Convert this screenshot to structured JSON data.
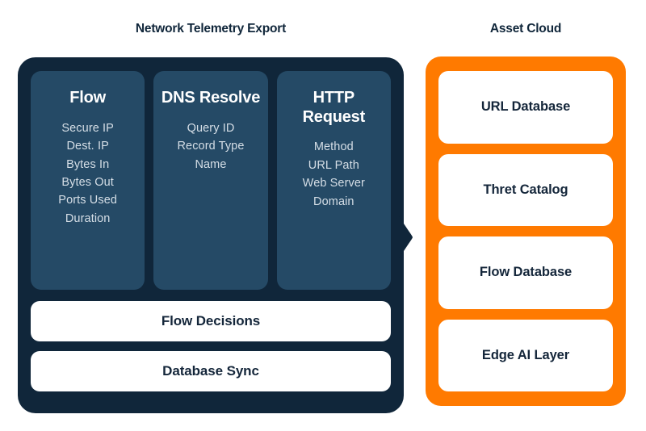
{
  "page": {
    "background_color": "#FFFFFF"
  },
  "colors": {
    "dark_panel": "#10263A",
    "column_card": "#254A66",
    "orange_panel": "#FF7A00",
    "card_white": "#FFFFFF",
    "heading_text": "#FFFFFF",
    "item_text": "#D5DEE6",
    "title_text": "#10263A"
  },
  "left_section": {
    "title": "Network Telemetry Export",
    "columns": [
      {
        "heading": "Flow",
        "items": [
          "Secure IP",
          "Dest. IP",
          "Bytes In",
          "Bytes Out",
          "Ports Used",
          "Duration"
        ]
      },
      {
        "heading": "DNS Resolve",
        "items": [
          "Query ID",
          "Record Type",
          "Name"
        ]
      },
      {
        "heading": "HTTP Request",
        "items": [
          "Method",
          "URL Path",
          "Web Server Domain"
        ]
      }
    ],
    "bars": [
      {
        "label": "Flow Decisions"
      },
      {
        "label": "Database Sync"
      }
    ]
  },
  "connector": {
    "direction": "right",
    "color": "#10263A"
  },
  "right_section": {
    "title": "Asset Cloud",
    "cards": [
      {
        "label": "URL Database"
      },
      {
        "label": "Thret Catalog"
      },
      {
        "label": "Flow Database"
      },
      {
        "label": "Edge AI Layer"
      }
    ]
  }
}
